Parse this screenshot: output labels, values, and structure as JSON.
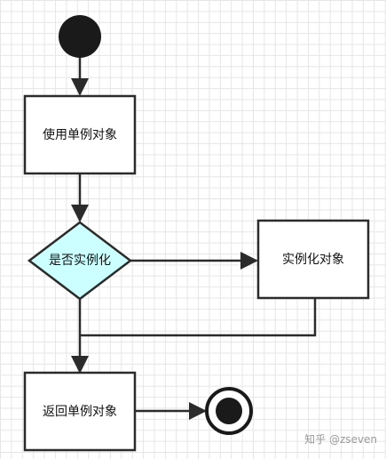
{
  "nodes": {
    "use_instance": "使用单例对象",
    "decision": "是否实例化",
    "instantiate": "实例化对象",
    "return_instance": "返回单例对象"
  },
  "colors": {
    "stroke": "#2b2b2b",
    "decision_fill": "#ccffff",
    "start_fill": "#1a1a1a",
    "box_fill": "#ffffff"
  },
  "watermark": "知乎 @zseven"
}
